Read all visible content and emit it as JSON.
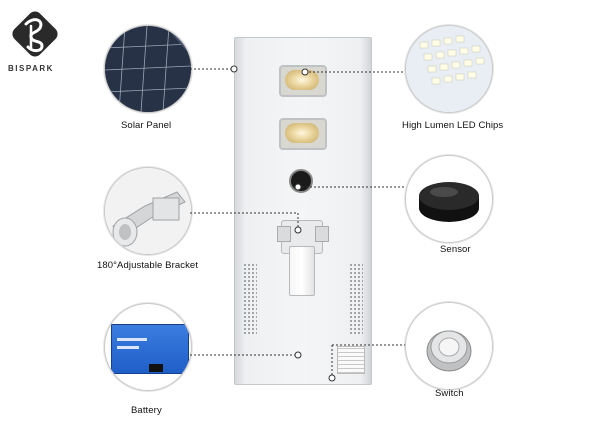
{
  "brand": {
    "name": "BISPARK"
  },
  "features": {
    "solar_panel": "Solar Panel",
    "led_chips": "High Lumen LED Chips",
    "bracket": "180°Adjustable Bracket",
    "sensor": "Sensor",
    "battery": "Battery",
    "switch": "Switch"
  },
  "colors": {
    "battery_blue": "#1f5fc8",
    "logo_dark": "#2a2a2a",
    "leader_line": "#333333"
  }
}
